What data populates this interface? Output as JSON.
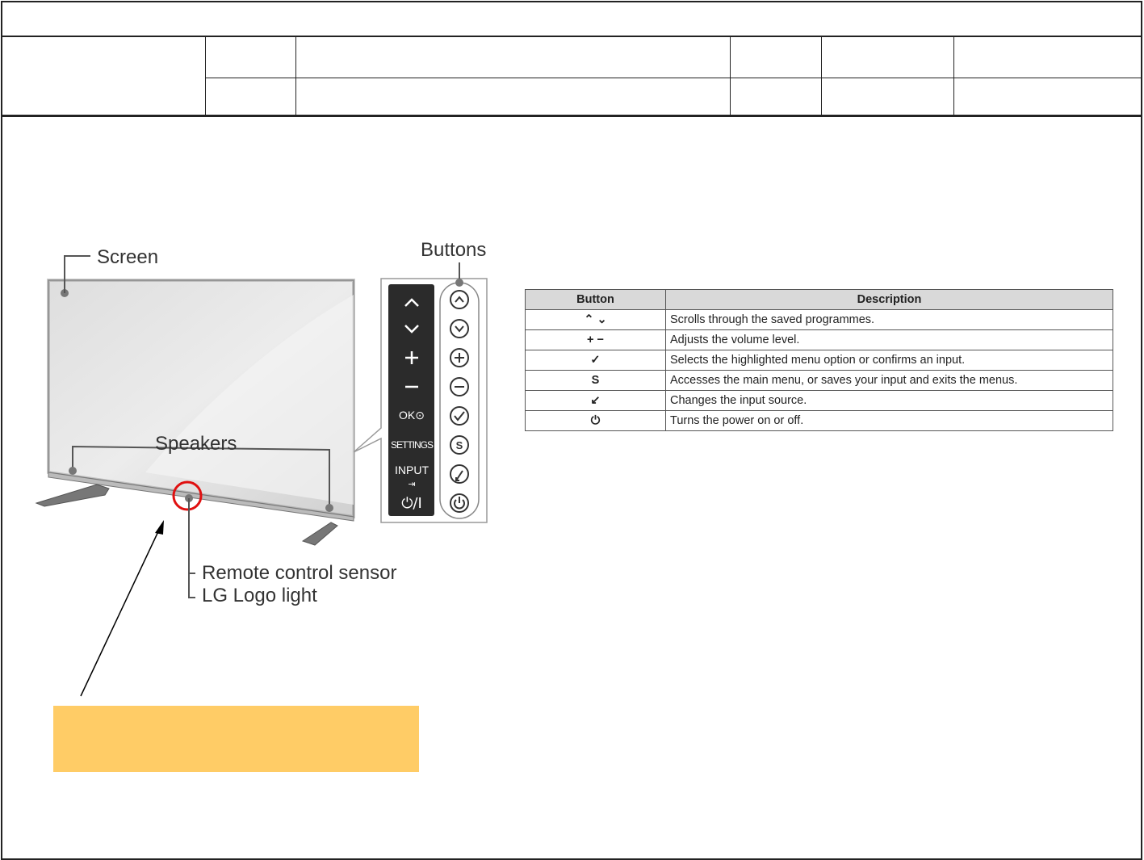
{
  "figure": {
    "callouts": {
      "screen": "Screen",
      "buttons": "Buttons",
      "speakers": "Speakers",
      "remote_sensor": "Remote control sensor",
      "logo_light": "LG Logo light"
    },
    "panel_labels": [
      "^",
      "v",
      "+",
      "−",
      "OK⊙",
      "SETTINGS",
      "INPUT",
      "⏻/I"
    ]
  },
  "button_table": {
    "headers": [
      "Button",
      "Description"
    ],
    "rows": [
      {
        "symbol": "⌃ ⌄",
        "description": "Scrolls through the saved programmes."
      },
      {
        "symbol": "+ −",
        "description": "Adjusts the volume level."
      },
      {
        "symbol": "✓",
        "description": "Selects the highlighted menu option or confirms an input."
      },
      {
        "symbol": "S",
        "description": "Accesses the main menu, or saves your input and exits the menus."
      },
      {
        "symbol": "↙",
        "description": "Changes the input source."
      },
      {
        "symbol": "⏻",
        "description": "Turns the power on or off."
      }
    ]
  },
  "colors": {
    "note_box": "#ffcc66",
    "highlight_circle": "#e01010",
    "panel_dark": "#2b2b2b"
  }
}
